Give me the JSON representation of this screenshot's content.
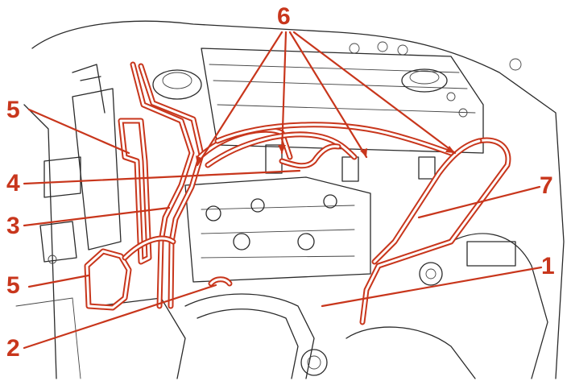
{
  "colors": {
    "highlight": "#c8361c",
    "line": "#2a2a2a",
    "background": "#ffffff"
  },
  "callouts": {
    "c1": "1",
    "c2": "2",
    "c3": "3",
    "c4": "4",
    "c5_upper": "5",
    "c5_lower": "5",
    "c6": "6",
    "c7": "7"
  }
}
